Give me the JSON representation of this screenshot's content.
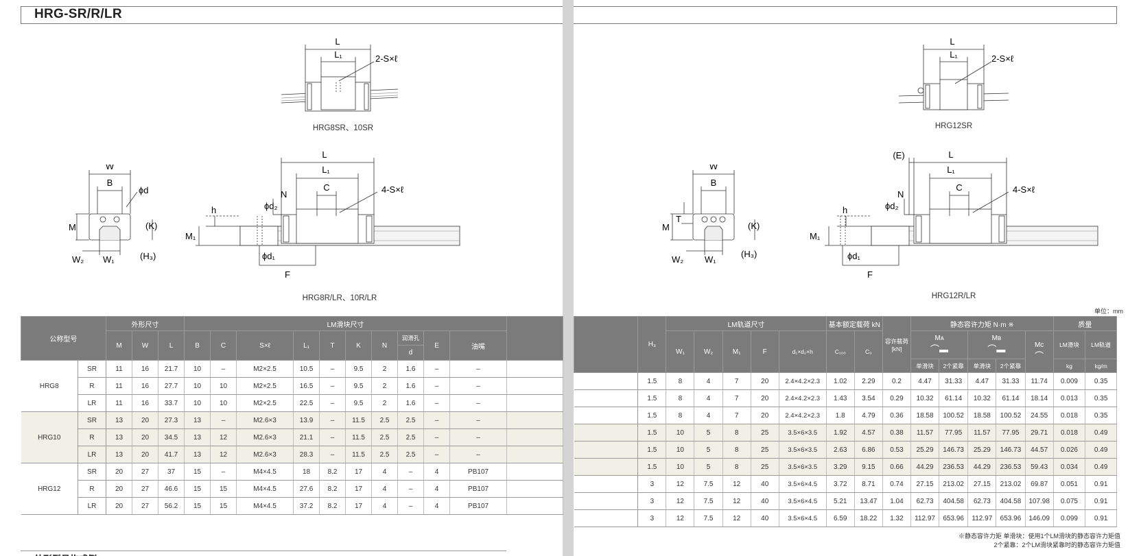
{
  "title": "HRG-SR/R/LR",
  "captions": {
    "hrg8sr": "HRG8SR、10SR",
    "hrg8r": "HRG8R/LR、10R/LR",
    "hrg12sr": "HRG12SR",
    "hrg12r": "HRG12R/LR"
  },
  "dims": {
    "L": "L",
    "L1": "L₁",
    "slot2": "2-S×ℓ",
    "slot4": "4-S×ℓ",
    "W": "W",
    "B": "B",
    "C": "C",
    "phid": "ϕd",
    "phid1": "ϕd₁",
    "phid2": "ϕd₂",
    "K": "(K)",
    "H3": "(H₃)",
    "M": "M",
    "M1": "M₁",
    "W1": "W₁",
    "W2": "W₂",
    "h": "h",
    "N": "N",
    "F": "F",
    "T": "T",
    "E": "(E)"
  },
  "unit": "单位：mm",
  "left_table": {
    "model_header": "公称型号",
    "group_outer": "外形尺寸",
    "group_block": "LM滑块尺寸",
    "oil_hole": "润滑孔",
    "cols": [
      "M",
      "W",
      "L",
      "B",
      "C",
      "S×ℓ",
      "L₁",
      "T",
      "K",
      "N",
      "d",
      "E",
      "油嘴"
    ],
    "groups": [
      {
        "name": "HRG8",
        "rows": [
          {
            "type": "SR",
            "v": [
              "11",
              "16",
              "21.7",
              "10",
              "–",
              "M2×2.5",
              "10.5",
              "–",
              "9.5",
              "2",
              "1.6",
              "–",
              "–"
            ]
          },
          {
            "type": "R",
            "v": [
              "11",
              "16",
              "27.7",
              "10",
              "10",
              "M2×2.5",
              "16.5",
              "–",
              "9.5",
              "2",
              "1.6",
              "–",
              "–"
            ]
          },
          {
            "type": "LR",
            "v": [
              "11",
              "16",
              "33.7",
              "10",
              "10",
              "M2×2.5",
              "22.5",
              "–",
              "9.5",
              "2",
              "1.6",
              "–",
              "–"
            ]
          }
        ]
      },
      {
        "name": "HRG10",
        "rows": [
          {
            "type": "SR",
            "v": [
              "13",
              "20",
              "27.3",
              "13",
              "–",
              "M2.6×3",
              "13.9",
              "–",
              "11.5",
              "2.5",
              "2.5",
              "–",
              "–"
            ]
          },
          {
            "type": "R",
            "v": [
              "13",
              "20",
              "34.5",
              "13",
              "12",
              "M2.6×3",
              "21.1",
              "–",
              "11.5",
              "2.5",
              "2.5",
              "–",
              "–"
            ]
          },
          {
            "type": "LR",
            "v": [
              "13",
              "20",
              "41.7",
              "13",
              "12",
              "M2.6×3",
              "28.3",
              "–",
              "11.5",
              "2.5",
              "2.5",
              "–",
              "–"
            ]
          }
        ]
      },
      {
        "name": "HRG12",
        "rows": [
          {
            "type": "SR",
            "v": [
              "20",
              "27",
              "37",
              "15",
              "–",
              "M4×4.5",
              "18",
              "8.2",
              "17",
              "4",
              "–",
              "4",
              "PB107"
            ]
          },
          {
            "type": "R",
            "v": [
              "20",
              "27",
              "46.6",
              "15",
              "15",
              "M4×4.5",
              "27.6",
              "8.2",
              "17",
              "4",
              "–",
              "4",
              "PB107"
            ]
          },
          {
            "type": "LR",
            "v": [
              "20",
              "27",
              "56.2",
              "15",
              "15",
              "M4×4.5",
              "37.2",
              "8.2",
              "17",
              "4",
              "–",
              "4",
              "PB107"
            ]
          }
        ]
      }
    ]
  },
  "right_table": {
    "group_rail": "LM轨道尺寸",
    "group_load": "基本额定载荷  kN",
    "group_allow": "容许载荷 [kN]",
    "group_moment": "静态容许力矩  N·m ※",
    "group_mass": "质量",
    "cols": [
      "H₃",
      "W₁",
      "W₂",
      "M₁",
      "F",
      "d₁×d₂×h",
      "C₁₀₀",
      "C₀"
    ],
    "ma": "Mᴀ",
    "mb": "Mʙ",
    "mc": "Mᴄ",
    "single": "单滑块",
    "double": "2个紧靠",
    "mass_block": "LM滑块",
    "mass_rail": "LM轨道",
    "kg": "kg",
    "kgm": "kg/m",
    "rows": [
      [
        "1.5",
        "8",
        "4",
        "7",
        "20",
        "2.4×4.2×2.3",
        "1.02",
        "2.29",
        "0.2",
        "4.47",
        "31.33",
        "4.47",
        "31.33",
        "11.74",
        "0.009",
        "0.35"
      ],
      [
        "1.5",
        "8",
        "4",
        "7",
        "20",
        "2.4×4.2×2.3",
        "1.43",
        "3.54",
        "0.29",
        "10.32",
        "61.14",
        "10.32",
        "61.14",
        "18.14",
        "0.013",
        "0.35"
      ],
      [
        "1.5",
        "8",
        "4",
        "7",
        "20",
        "2.4×4.2×2.3",
        "1.8",
        "4.79",
        "0.36",
        "18.58",
        "100.52",
        "18.58",
        "100.52",
        "24.55",
        "0.018",
        "0.35"
      ],
      [
        "1.5",
        "10",
        "5",
        "8",
        "25",
        "3.5×6×3.5",
        "1.92",
        "4.57",
        "0.38",
        "11.57",
        "77.95",
        "11.57",
        "77.95",
        "29.71",
        "0.018",
        "0.49"
      ],
      [
        "1.5",
        "10",
        "5",
        "8",
        "25",
        "3.5×6×3.5",
        "2.63",
        "6.86",
        "0.53",
        "25.29",
        "146.73",
        "25.29",
        "146.73",
        "44.57",
        "0.026",
        "0.49"
      ],
      [
        "1.5",
        "10",
        "5",
        "8",
        "25",
        "3.5×6×3.5",
        "3.29",
        "9.15",
        "0.66",
        "44.29",
        "236.53",
        "44.29",
        "236.53",
        "59.43",
        "0.034",
        "0.49"
      ],
      [
        "3",
        "12",
        "7.5",
        "12",
        "40",
        "3.5×6×4.5",
        "3.72",
        "8.71",
        "0.74",
        "27.15",
        "213.02",
        "27.15",
        "213.02",
        "69.87",
        "0.051",
        "0.91"
      ],
      [
        "3",
        "12",
        "7.5",
        "12",
        "40",
        "3.5×6×4.5",
        "5.21",
        "13.47",
        "1.04",
        "62.73",
        "404.58",
        "62.73",
        "404.58",
        "107.98",
        "0.075",
        "0.91"
      ],
      [
        "3",
        "12",
        "7.5",
        "12",
        "40",
        "3.5×6×4.5",
        "6.59",
        "18.22",
        "1.32",
        "112.97",
        "653.96",
        "112.97",
        "653.96",
        "146.09",
        "0.099",
        "0.91"
      ]
    ]
  },
  "notes": [
    "※静态容许力矩   单滑块：使用1个LM滑块的静态容许力矩值",
    "2个紧靠：2个LM滑块紧靠时的静态容许力矩值"
  ],
  "bottom_heading": "外形型号构成例"
}
